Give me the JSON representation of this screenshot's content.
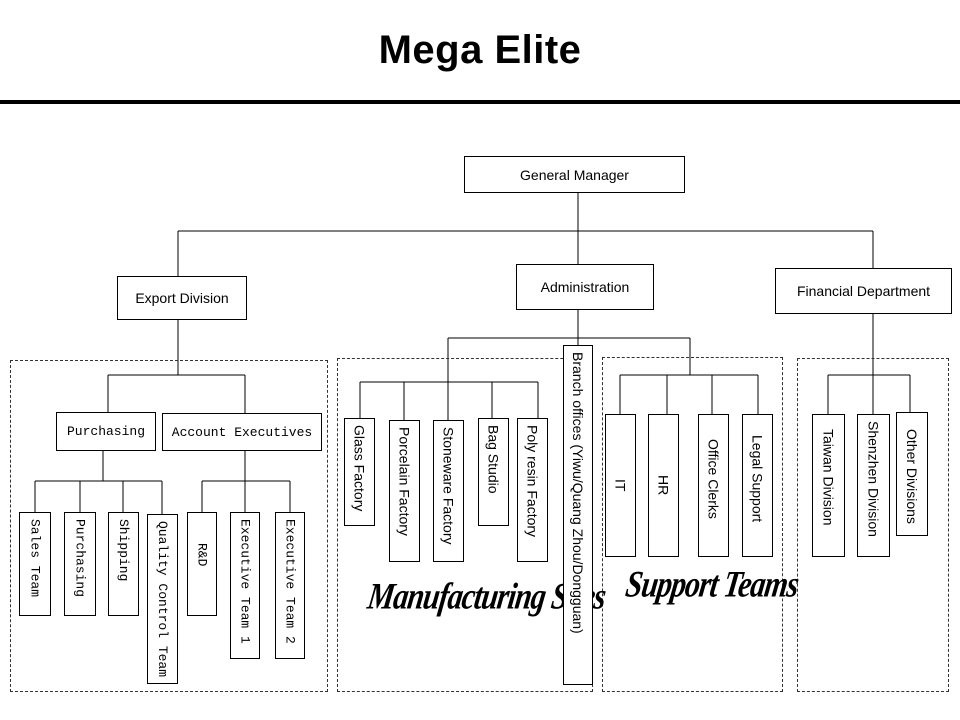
{
  "title": "Mega Elite",
  "general_manager": "General Manager",
  "export_division": {
    "label": "Export Division",
    "purchasing": {
      "label": "Purchasing",
      "teams": [
        "Sales Team",
        "Purchasing",
        "Shipping",
        "Quality Control Team"
      ]
    },
    "account_executives": {
      "label": "Account Executives",
      "teams": [
        "R&D",
        "Executive Team 1",
        "Executive Team 2"
      ]
    }
  },
  "administration": {
    "label": "Administration",
    "manufacturing_sites": {
      "label": "Manufacturing Sites",
      "items": [
        "Glass Factory",
        "Porcelain Factory",
        "Stoneware Factory",
        "Bag Studio",
        "Poly resin Factory"
      ]
    },
    "branch_offices": "Branch offices (Yiwu/Quang Zhou/Dongguan)",
    "support_teams": {
      "label": "Support Teams",
      "items": [
        "IT",
        "HR",
        "Office Clerks",
        "Legal Support"
      ]
    }
  },
  "financial_department": {
    "label": "Financial Department",
    "divisions": [
      "Taiwan Division",
      "Shenzhen Division",
      "Other Divisions"
    ]
  }
}
